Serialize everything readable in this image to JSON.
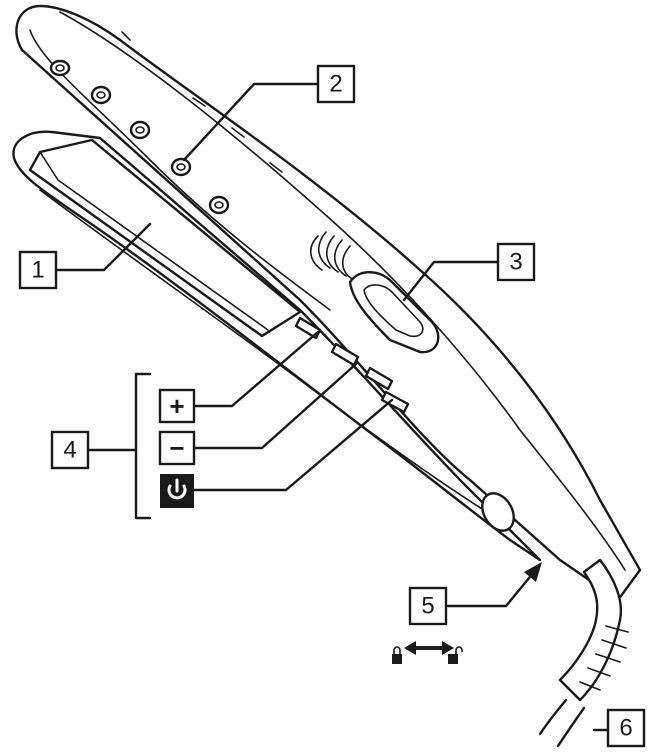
{
  "callouts": [
    {
      "id": "1",
      "label": "1"
    },
    {
      "id": "2",
      "label": "2"
    },
    {
      "id": "3",
      "label": "3"
    },
    {
      "id": "4",
      "label": "4"
    },
    {
      "id": "5",
      "label": "5"
    },
    {
      "id": "6",
      "label": "6"
    }
  ],
  "buttons": {
    "plus": "+",
    "minus": "−"
  },
  "icons": {
    "power": "power-icon",
    "lock": "lock-icon",
    "unlock": "unlock-icon",
    "double_arrow": "double-arrow-icon"
  },
  "colors": {
    "line": "#1a1a1a",
    "background": "#ffffff"
  }
}
